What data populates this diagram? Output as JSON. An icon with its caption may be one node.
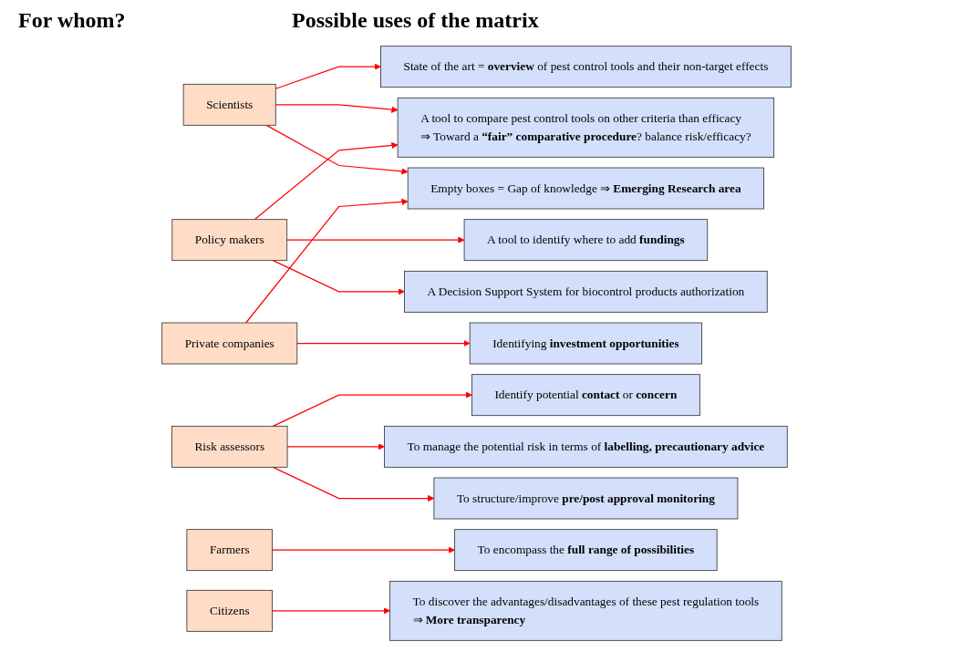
{
  "diagram": {
    "nodes": [
      {
        "text": [
          "Scientists"
        ]
      },
      {
        "text": [
          "Policy makers"
        ]
      },
      {
        "text": [
          "Private companies"
        ]
      },
      {
        "text": [
          "Risk assessors"
        ]
      },
      {
        "text": [
          "Farmers"
        ]
      },
      {
        "text": [
          "Citizens"
        ]
      },
      {
        "text": [
          "State of the art = **overview** of pest control tools and their non-target effects"
        ]
      },
      {
        "text": [
          "A tool to compare pest control tools on other criteria than efficacy",
          "⇒ Toward a **“fair” comparative procedure**? balance risk/efficacy?"
        ]
      },
      {
        "text": [
          "Empty boxes = Gap of knowledge ⇒ **Emerging Research area**"
        ]
      },
      {
        "text": [
          "A tool to identify where to add **fundings**"
        ]
      },
      {
        "text": [
          "A Decision Support System for biocontrol products authorization"
        ]
      },
      {
        "text": [
          "Identifying **investment opportunities**"
        ]
      },
      {
        "text": [
          "Identify potential **contact** or **concern**"
        ]
      },
      {
        "text": [
          "To manage the potential risk in terms of **labelling, precautionary advice**"
        ]
      },
      {
        "text": [
          "To structure/improve **pre/post approval monitoring**"
        ]
      },
      {
        "text": [
          "To encompass the **full range of possibilities**"
        ]
      },
      {
        "text": [
          "To discover the advantages/disadvantages of these pest regulation tools",
          "⇒ **More transparency**"
        ]
      }
    ],
    "edges": [
      {
        "from": 0,
        "to": 6,
        "arrow": "to"
      },
      {
        "from": 0,
        "to": 7,
        "arrow": "to"
      },
      {
        "from": 0,
        "to": 8,
        "arrow": "to"
      },
      {
        "from": 1,
        "to": 7,
        "arrow": "to"
      },
      {
        "from": 1,
        "to": 9,
        "arrow": "to"
      },
      {
        "from": 1,
        "to": 10,
        "arrow": "to"
      },
      {
        "from": 2,
        "to": 8,
        "arrow": "to"
      },
      {
        "from": 2,
        "to": 11,
        "arrow": "to"
      },
      {
        "from": 3,
        "to": 12,
        "arrow": "to"
      },
      {
        "from": 3,
        "to": 13,
        "arrow": "to"
      },
      {
        "from": 3,
        "to": 14,
        "arrow": "to"
      },
      {
        "from": 4,
        "to": 15,
        "arrow": "to"
      },
      {
        "from": 5,
        "to": 16,
        "arrow": "to"
      }
    ],
    "labels": [
      "For whom?",
      "Possible uses of the matrix"
    ]
  }
}
